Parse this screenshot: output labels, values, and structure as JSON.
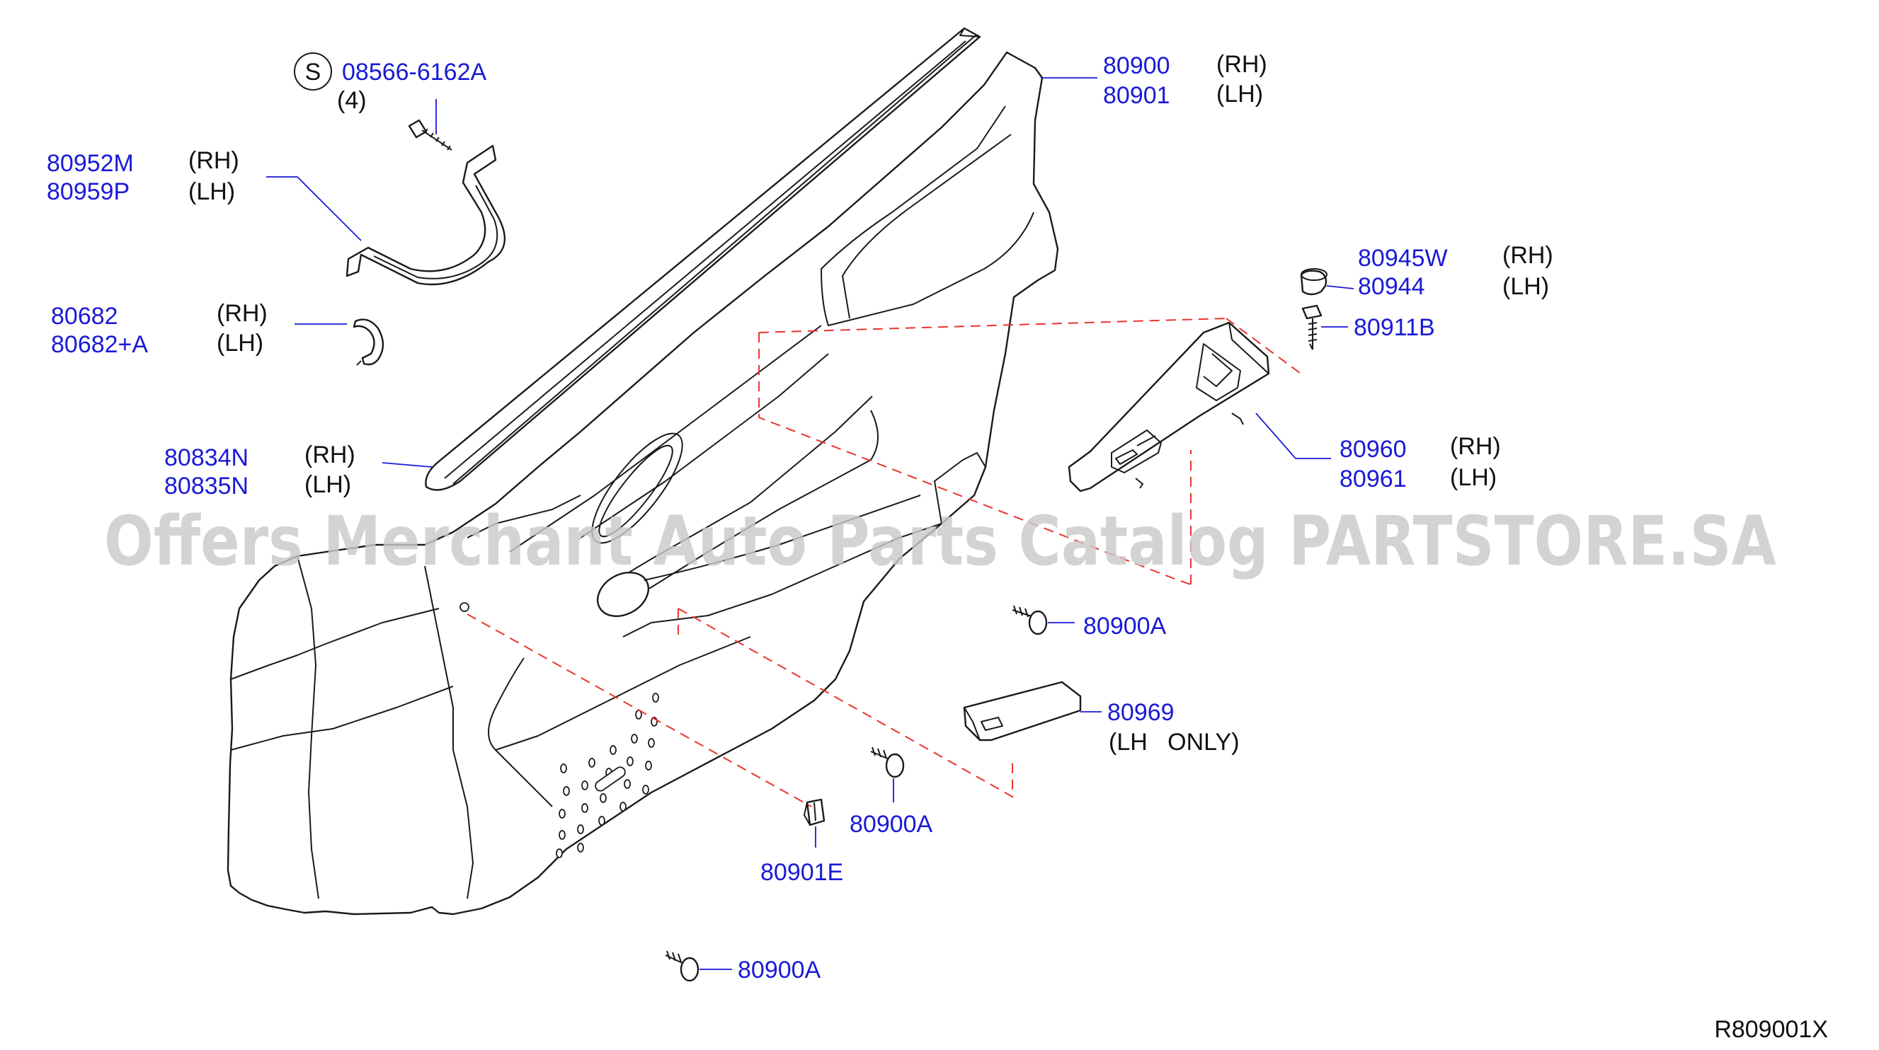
{
  "diagram_code": "R809001X",
  "watermark": "Offers Merchant Auto Parts Catalog PARTSTORE.SA",
  "callouts": [
    {
      "id": "door-finisher",
      "parts": [
        "80900",
        "80901"
      ],
      "sides": [
        "(RH)",
        "(LH)"
      ]
    },
    {
      "id": "screw-s",
      "symbol": "S",
      "parts": [
        "08566-6162A"
      ],
      "qty": "(4)"
    },
    {
      "id": "pull-handle",
      "parts": [
        "80952M",
        "80959P"
      ],
      "sides": [
        "(RH)",
        "(LH)"
      ]
    },
    {
      "id": "clip",
      "parts": [
        "80682",
        "80682+A"
      ],
      "sides": [
        "(RH)",
        "(LH)"
      ]
    },
    {
      "id": "weatherstrip",
      "parts": [
        "80834N",
        "80835N"
      ],
      "sides": [
        "(RH)",
        "(LH)"
      ]
    },
    {
      "id": "cap",
      "parts": [
        "80945W",
        "80944"
      ],
      "sides": [
        "(RH)",
        "(LH)"
      ]
    },
    {
      "id": "screw-b",
      "parts": [
        "80911B"
      ]
    },
    {
      "id": "switch-finisher",
      "parts": [
        "80960",
        "80961"
      ],
      "sides": [
        "(RH)",
        "(LH)"
      ]
    },
    {
      "id": "clip-a-1",
      "parts": [
        "80900A"
      ]
    },
    {
      "id": "cover",
      "parts": [
        "80969"
      ],
      "note": "(LH   ONLY)"
    },
    {
      "id": "clip-a-2",
      "parts": [
        "80900A"
      ]
    },
    {
      "id": "clip-e",
      "parts": [
        "80901E"
      ]
    },
    {
      "id": "clip-a-3",
      "parts": [
        "80900A"
      ]
    }
  ]
}
